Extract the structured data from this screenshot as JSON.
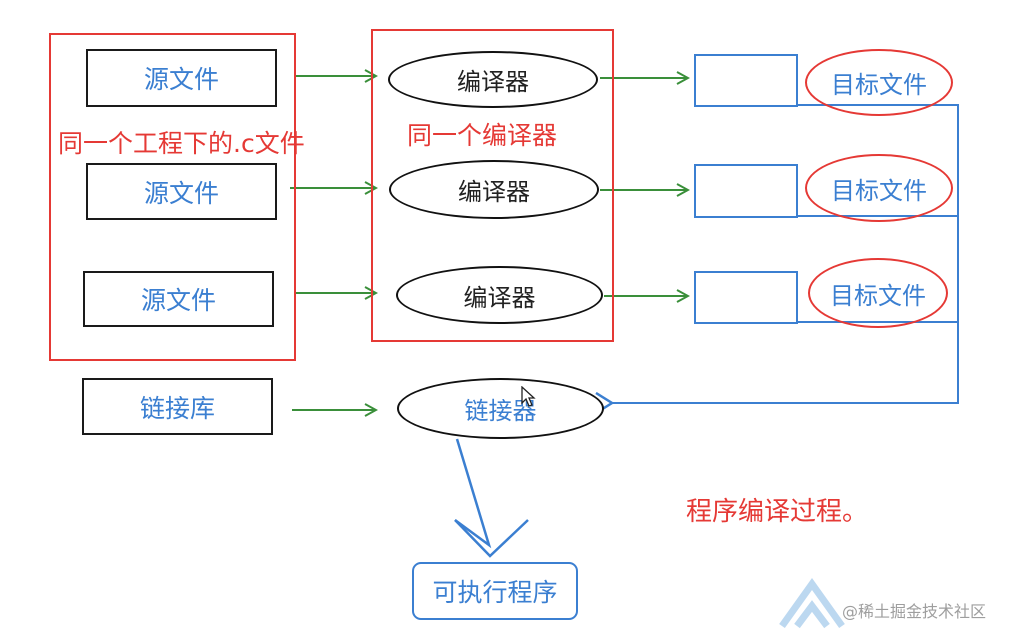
{
  "sources": [
    {
      "label": "源文件"
    },
    {
      "label": "源文件"
    },
    {
      "label": "源文件"
    }
  ],
  "library": {
    "label": "链接库"
  },
  "compilers": [
    {
      "label": "编译器"
    },
    {
      "label": "编译器"
    },
    {
      "label": "编译器"
    }
  ],
  "linker": {
    "label": "链接器"
  },
  "objects": [
    {
      "label": "目标文件"
    },
    {
      "label": "目标文件"
    },
    {
      "label": "目标文件"
    }
  ],
  "executable": {
    "label": "可执行程序"
  },
  "annotations": {
    "same_project_files": "同一个工程下的.c文件",
    "same_compiler": "同一个编译器",
    "process_title": "程序编译过程。"
  },
  "watermark": "@稀土掘金技术社区",
  "colors": {
    "green_arrow": "#3a8f3a",
    "blue": "#3b7fd1",
    "red": "#e53935"
  }
}
